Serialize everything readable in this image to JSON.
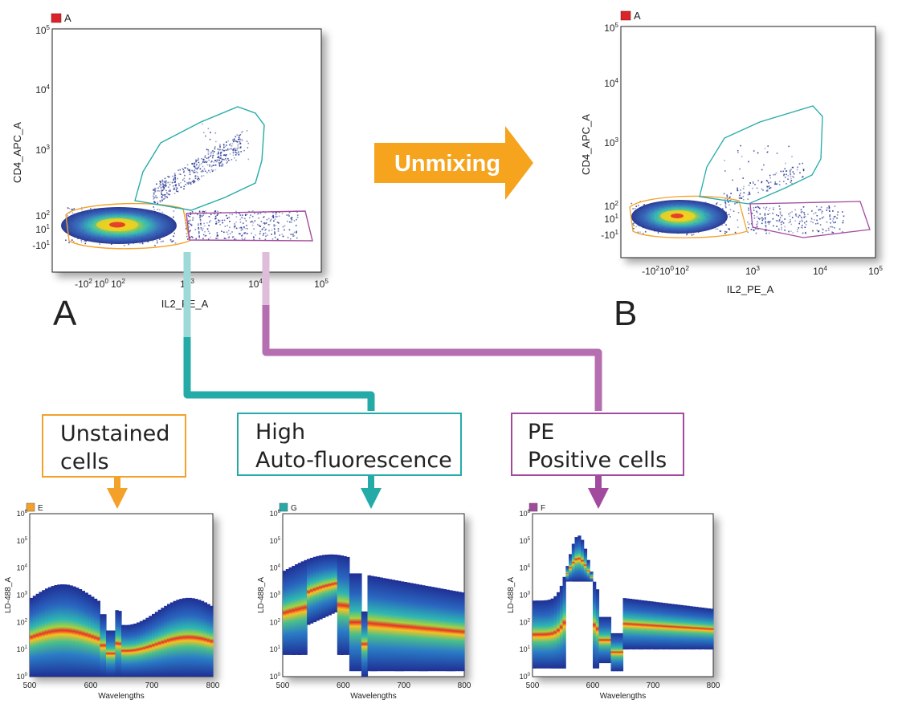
{
  "colors": {
    "orange": "#f4a12a",
    "teal": "#24aba8",
    "purple": "#a24b9e",
    "gate_red": "#d9242b",
    "density_blue": "#1f2f95",
    "arrow_fill": "#f6a31d"
  },
  "plots": {
    "A": {
      "gate_label": "A",
      "panel_letter": "A",
      "x_label": "IL2_PE_A",
      "y_label": "CD4_APC_A",
      "x_ticks": [
        {
          "base": "-10",
          "sup": "2"
        },
        {
          "base": "10",
          "sup": "0"
        },
        {
          "base": "10",
          "sup": "2"
        },
        {
          "base": "10",
          "sup": "3"
        },
        {
          "base": "10",
          "sup": "4"
        },
        {
          "base": "10",
          "sup": "5"
        }
      ],
      "y_ticks": [
        {
          "base": "10",
          "sup": "5"
        },
        {
          "base": "10",
          "sup": "4"
        },
        {
          "base": "10",
          "sup": "3"
        },
        {
          "base": "10",
          "sup": "2"
        },
        {
          "base": "10",
          "sup": "1"
        },
        {
          "base": "-10",
          "sup": "1"
        }
      ]
    },
    "B": {
      "gate_label": "A",
      "panel_letter": "B",
      "x_label": "IL2_PE_A",
      "y_label": "CD4_APC_A",
      "x_ticks": [
        {
          "base": "-10",
          "sup": "2"
        },
        {
          "base": "10",
          "sup": "0"
        },
        {
          "base": "10",
          "sup": "2"
        },
        {
          "base": "10",
          "sup": "3"
        },
        {
          "base": "10",
          "sup": "4"
        },
        {
          "base": "10",
          "sup": "5"
        }
      ],
      "y_ticks": [
        {
          "base": "10",
          "sup": "5"
        },
        {
          "base": "10",
          "sup": "4"
        },
        {
          "base": "10",
          "sup": "3"
        },
        {
          "base": "10",
          "sup": "2"
        },
        {
          "base": "10",
          "sup": "1"
        },
        {
          "base": "-10",
          "sup": "1"
        }
      ]
    }
  },
  "unmixing_arrow": {
    "label": "Unmixing"
  },
  "populations": [
    {
      "id": "unstained",
      "lines": [
        "Unstained",
        "cells"
      ],
      "color_key": "orange"
    },
    {
      "id": "autofluorescence",
      "lines": [
        "High",
        "Auto-fluorescence"
      ],
      "color_key": "teal"
    },
    {
      "id": "pe-positive",
      "lines": [
        "PE",
        "Positive cells"
      ],
      "color_key": "purple"
    }
  ],
  "spectra": [
    {
      "id": "E",
      "gate_label": "E",
      "color_key": "orange",
      "y_label": "LD-488_A",
      "x_label": "Wavelengths",
      "x_ticks": [
        "500",
        "600",
        "700",
        "800"
      ],
      "y_ticks": [
        {
          "base": "10",
          "sup": "6"
        },
        {
          "base": "10",
          "sup": "5"
        },
        {
          "base": "10",
          "sup": "4"
        },
        {
          "base": "10",
          "sup": "3"
        },
        {
          "base": "10",
          "sup": "2"
        },
        {
          "base": "10",
          "sup": "1"
        },
        {
          "base": "10",
          "sup": "0"
        }
      ]
    },
    {
      "id": "G",
      "gate_label": "G",
      "color_key": "teal",
      "y_label": "LD-488_A",
      "x_label": "Wavelengths",
      "x_ticks": [
        "500",
        "600",
        "700",
        "800"
      ],
      "y_ticks": [
        {
          "base": "10",
          "sup": "6"
        },
        {
          "base": "10",
          "sup": "5"
        },
        {
          "base": "10",
          "sup": "4"
        },
        {
          "base": "10",
          "sup": "3"
        },
        {
          "base": "10",
          "sup": "2"
        },
        {
          "base": "10",
          "sup": "1"
        },
        {
          "base": "10",
          "sup": "0"
        }
      ]
    },
    {
      "id": "F",
      "gate_label": "F",
      "color_key": "purple",
      "y_label": "LD-488_A",
      "x_label": "Wavelengths",
      "x_ticks": [
        "500",
        "600",
        "700",
        "800"
      ],
      "y_ticks": [
        {
          "base": "10",
          "sup": "6"
        },
        {
          "base": "10",
          "sup": "5"
        },
        {
          "base": "10",
          "sup": "4"
        },
        {
          "base": "10",
          "sup": "3"
        },
        {
          "base": "10",
          "sup": "2"
        },
        {
          "base": "10",
          "sup": "1"
        },
        {
          "base": "10",
          "sup": "0"
        }
      ]
    }
  ]
}
